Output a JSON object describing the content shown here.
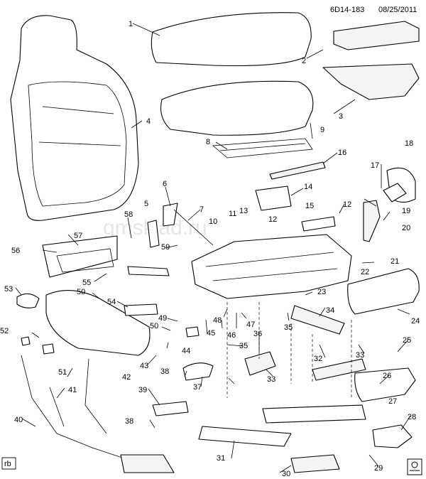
{
  "header": {
    "code": "6D14-183",
    "date": "08/25/2011"
  },
  "footer": {
    "corner_tag": "rb"
  },
  "watermark": "gmsklad.ru",
  "callouts": [
    "1",
    "2",
    "3",
    "4",
    "5",
    "6",
    "7",
    "8",
    "9",
    "10",
    "11",
    "12",
    "13",
    "14",
    "15",
    "16",
    "17",
    "18",
    "19",
    "20",
    "21",
    "22",
    "23",
    "24",
    "25",
    "26",
    "27",
    "28",
    "29",
    "30",
    "31",
    "32",
    "33",
    "34",
    "35",
    "36",
    "37",
    "38",
    "39",
    "40",
    "41",
    "42",
    "43",
    "44",
    "45",
    "46",
    "47",
    "48",
    "49",
    "50",
    "51",
    "52",
    "53",
    "54",
    "55",
    "56",
    "57",
    "58",
    "59"
  ]
}
